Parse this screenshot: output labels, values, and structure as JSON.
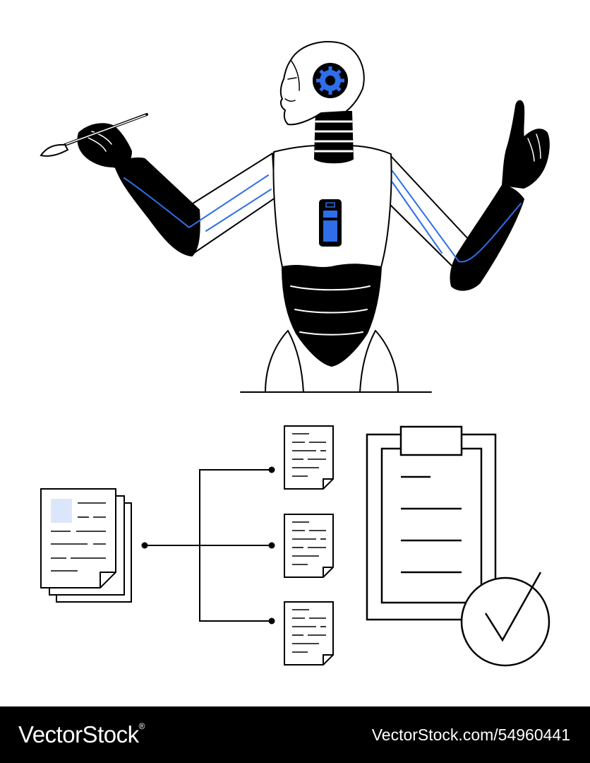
{
  "colors": {
    "ink": "#000000",
    "accent": "#2f6ee8",
    "accent_light": "#dce6fb",
    "paper": "#ffffff",
    "footer_background": "#000000",
    "footer_text": "#ffffff"
  },
  "icons": [
    "robot-figure",
    "gear-icon",
    "battery-icon",
    "paintbrush-icon",
    "document-stack-icon",
    "document-icon",
    "clipboard-icon",
    "checkmark-circle-icon"
  ],
  "footer": {
    "brand": "VectorStock",
    "brand_mark": "®",
    "stock_id": "VectorStock.com/54960441"
  }
}
